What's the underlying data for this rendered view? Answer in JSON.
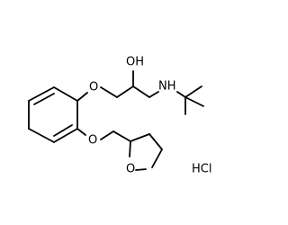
{
  "molecule": {
    "atoms": {
      "hydroxyl": "OH",
      "amine": "NH",
      "ether_oxygen_1": "O",
      "ether_oxygen_2": "O",
      "ring_oxygen": "O"
    },
    "salt": "HCl"
  }
}
